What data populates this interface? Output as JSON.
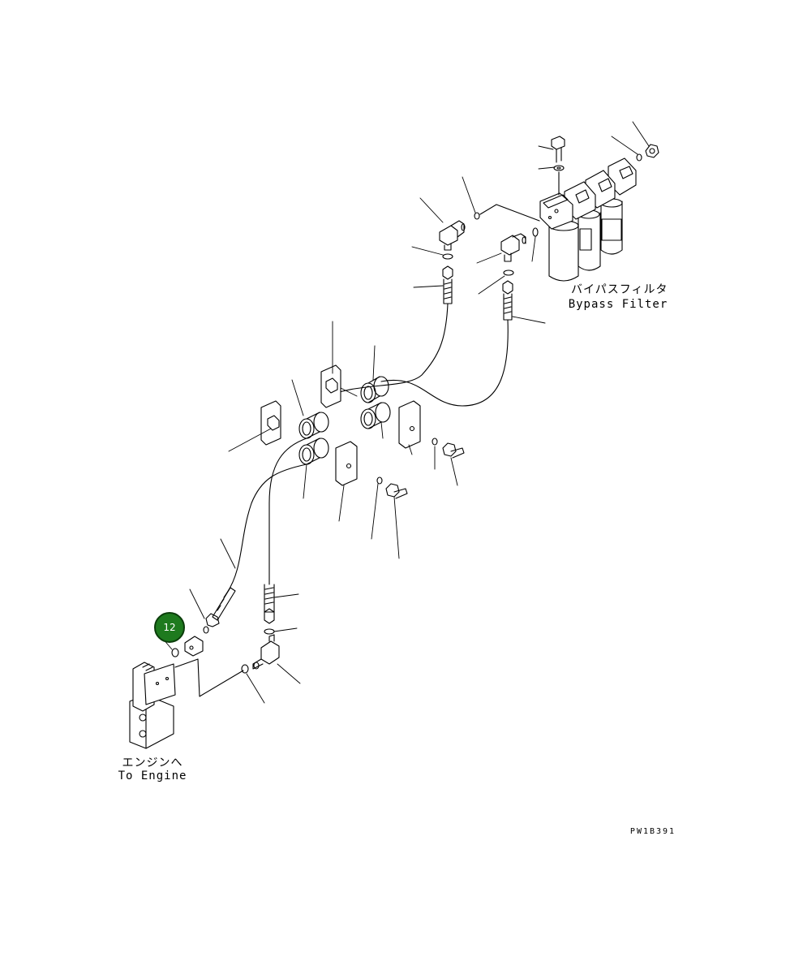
{
  "labels": {
    "bypass_filter_jp": "バイパスフィルタ",
    "bypass_filter_en": "Bypass Filter",
    "to_engine_jp": "エンジンへ",
    "to_engine_en": "To Engine",
    "drawing_code": "PW1B391"
  },
  "callout": {
    "number": "12",
    "color": "#1e7a1e"
  }
}
